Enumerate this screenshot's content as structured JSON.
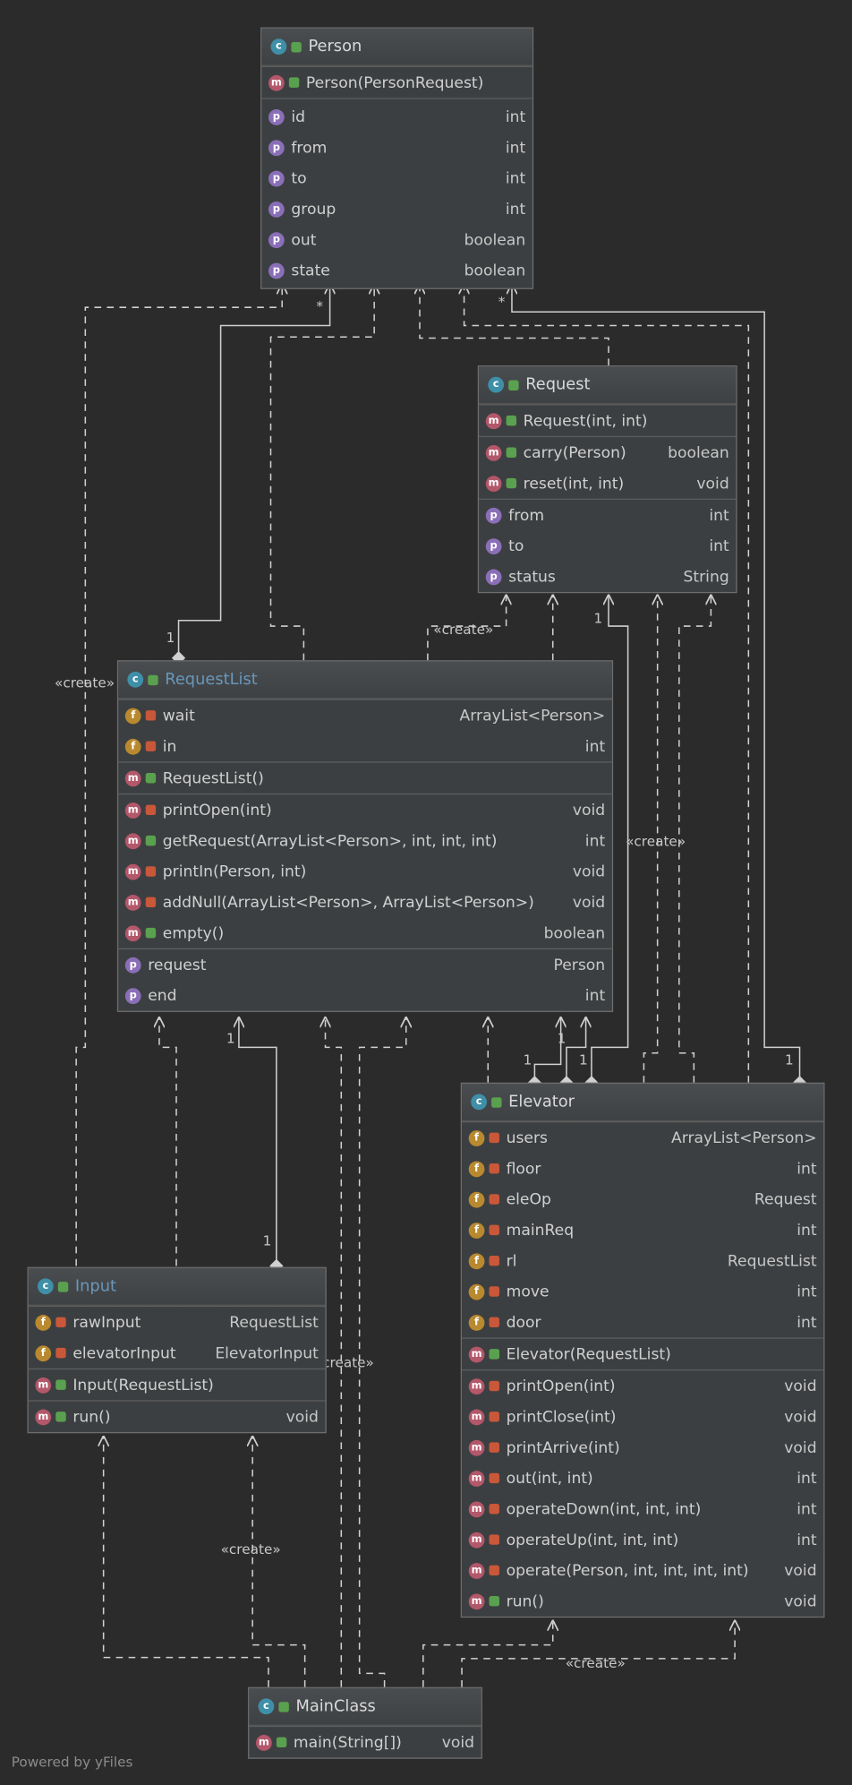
{
  "footer": "Powered by yFiles",
  "colors": {
    "background": "#2b2b2b",
    "node": "#3c3f41",
    "edge": "#d0d0d0",
    "class_icon": "#3f8fa8",
    "method_icon": "#b3576a",
    "property_icon": "#8a6fb8",
    "field_icon": "#b8892f"
  },
  "classes": {
    "person": {
      "name": "Person",
      "ctor": "Person(PersonRequest)",
      "props": [
        {
          "name": "id",
          "type": "int"
        },
        {
          "name": "from",
          "type": "int"
        },
        {
          "name": "to",
          "type": "int"
        },
        {
          "name": "group",
          "type": "int"
        },
        {
          "name": "out",
          "type": "boolean"
        },
        {
          "name": "state",
          "type": "boolean"
        }
      ]
    },
    "request": {
      "name": "Request",
      "ctor": "Request(int, int)",
      "methods": [
        {
          "name": "carry(Person)",
          "type": "boolean"
        },
        {
          "name": "reset(int, int)",
          "type": "void"
        }
      ],
      "props": [
        {
          "name": "from",
          "type": "int"
        },
        {
          "name": "to",
          "type": "int"
        },
        {
          "name": "status",
          "type": "String"
        }
      ]
    },
    "requestlist": {
      "name": "RequestList",
      "fields": [
        {
          "name": "wait",
          "type": "ArrayList<Person>"
        },
        {
          "name": "in",
          "type": "int"
        }
      ],
      "ctor": "RequestList()",
      "methods": [
        {
          "name": "printOpen(int)",
          "type": "void"
        },
        {
          "name": "getRequest(ArrayList<Person>, int, int, int)",
          "type": "int"
        },
        {
          "name": "printIn(Person, int)",
          "type": "void"
        },
        {
          "name": "addNull(ArrayList<Person>, ArrayList<Person>)",
          "type": "void"
        },
        {
          "name": "empty()",
          "type": "boolean"
        }
      ],
      "props": [
        {
          "name": "request",
          "type": "Person"
        },
        {
          "name": "end",
          "type": "int"
        }
      ]
    },
    "input": {
      "name": "Input",
      "fields": [
        {
          "name": "rawInput",
          "type": "RequestList"
        },
        {
          "name": "elevatorInput",
          "type": "ElevatorInput"
        }
      ],
      "ctor": "Input(RequestList)",
      "methods": [
        {
          "name": "run()",
          "type": "void"
        }
      ]
    },
    "elevator": {
      "name": "Elevator",
      "fields": [
        {
          "name": "users",
          "type": "ArrayList<Person>"
        },
        {
          "name": "floor",
          "type": "int"
        },
        {
          "name": "eleOp",
          "type": "Request"
        },
        {
          "name": "mainReq",
          "type": "int"
        },
        {
          "name": "rl",
          "type": "RequestList"
        },
        {
          "name": "move",
          "type": "int"
        },
        {
          "name": "door",
          "type": "int"
        }
      ],
      "ctor": "Elevator(RequestList)",
      "methods": [
        {
          "name": "printOpen(int)",
          "type": "void"
        },
        {
          "name": "printClose(int)",
          "type": "void"
        },
        {
          "name": "printArrive(int)",
          "type": "void"
        },
        {
          "name": "out(int, int)",
          "type": "int"
        },
        {
          "name": "operateDown(int, int, int)",
          "type": "int"
        },
        {
          "name": "operateUp(int, int, int)",
          "type": "int"
        },
        {
          "name": "operate(Person, int, int, int, int)",
          "type": "void"
        },
        {
          "name": "run()",
          "type": "void"
        }
      ]
    },
    "mainclass": {
      "name": "MainClass",
      "methods": [
        {
          "name": "main(String[])",
          "type": "void"
        }
      ]
    }
  },
  "edge_labels": {
    "create": "«create»",
    "one": "1",
    "star": "*"
  }
}
